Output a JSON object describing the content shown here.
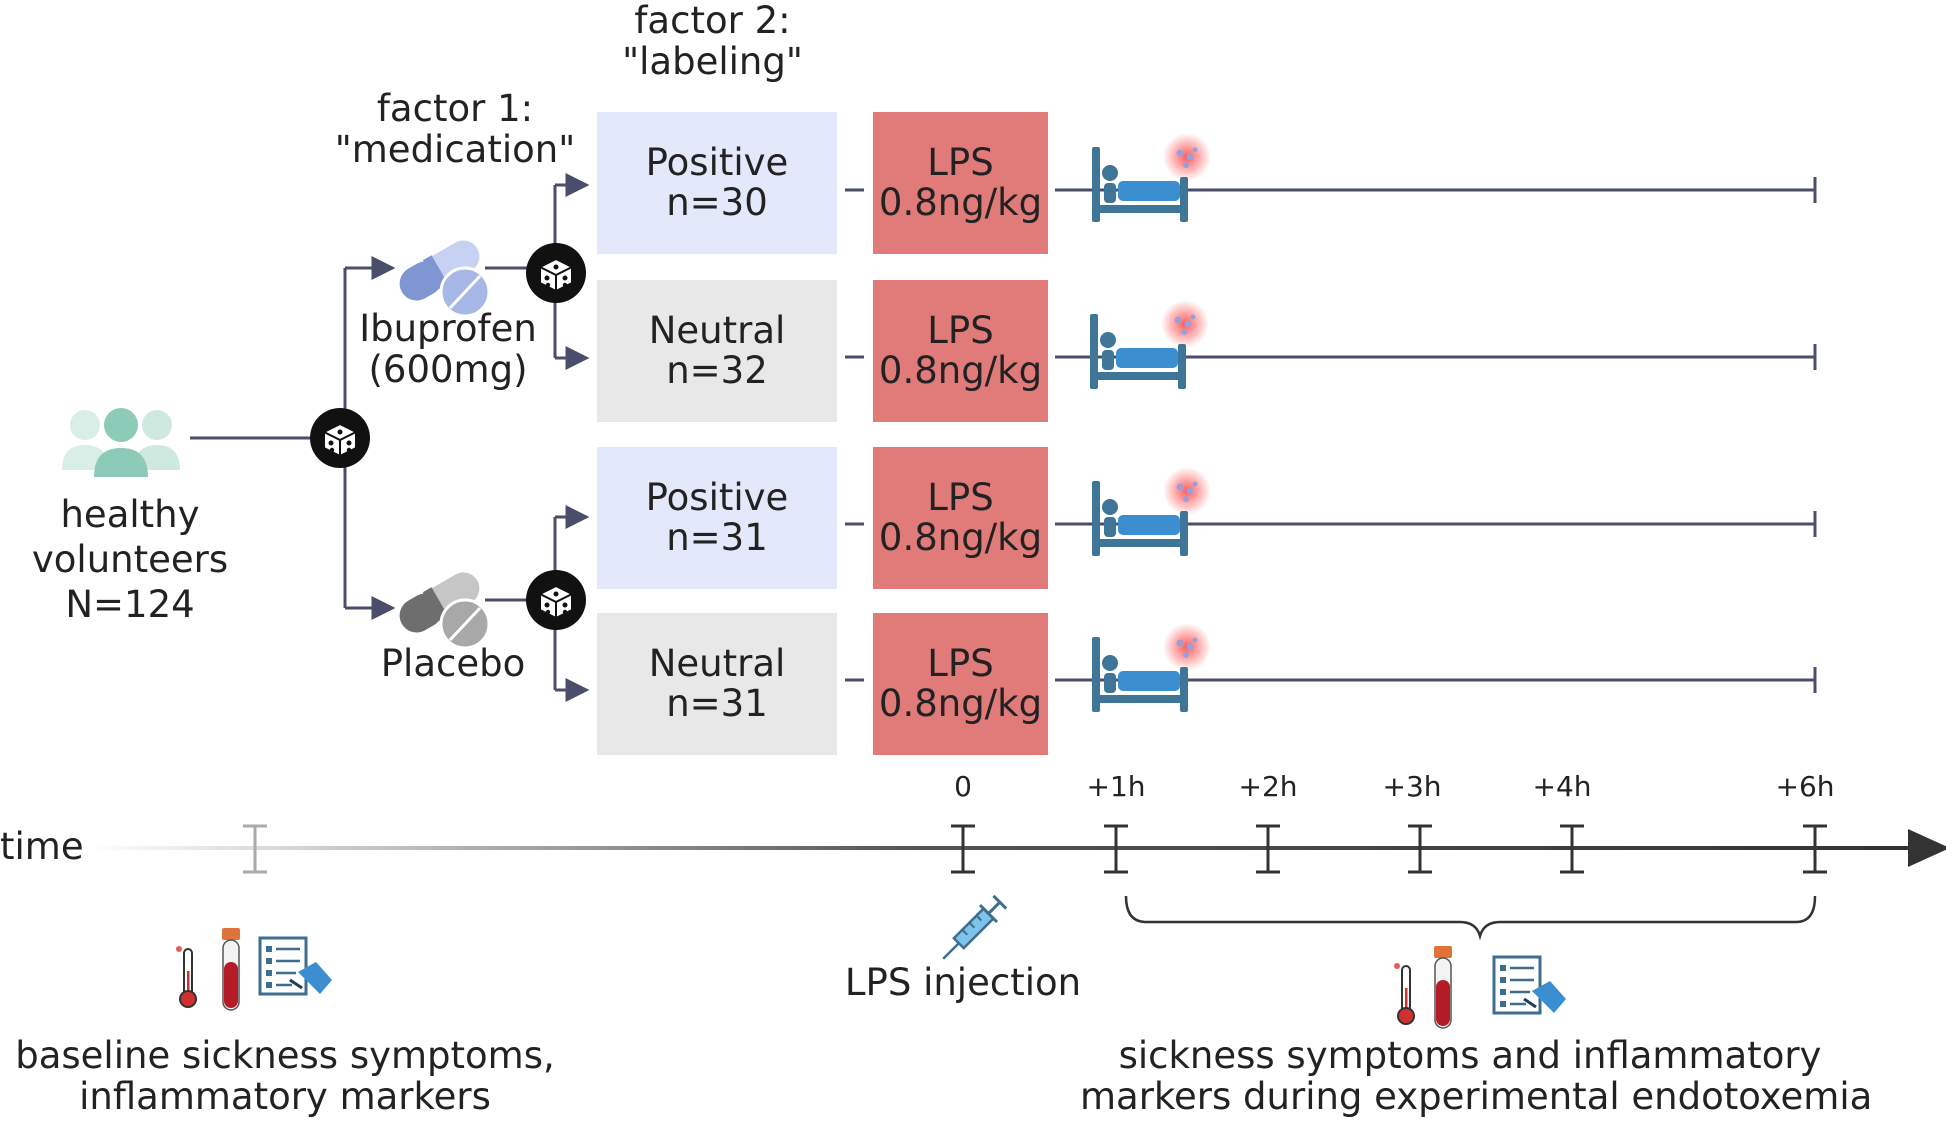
{
  "factor2": {
    "line1": "factor 2:",
    "line2": "\"labeling\""
  },
  "factor1": {
    "line1": "factor 1:",
    "line2": "\"medication\""
  },
  "participants": {
    "line1": "healthy",
    "line2": "volunteers",
    "line3": "N=124"
  },
  "medication": {
    "ibuprofen": {
      "line1": "Ibuprofen",
      "line2": "(600mg)"
    },
    "placebo": {
      "line1": "Placebo"
    }
  },
  "groups": [
    {
      "label": "Positive",
      "n": "n=30",
      "lps_line1": "LPS",
      "lps_line2": "0.8ng/kg"
    },
    {
      "label": "Neutral",
      "n": "n=32",
      "lps_line1": "LPS",
      "lps_line2": "0.8ng/kg"
    },
    {
      "label": "Positive",
      "n": "n=31",
      "lps_line1": "LPS",
      "lps_line2": "0.8ng/kg"
    },
    {
      "label": "Neutral",
      "n": "n=31",
      "lps_line1": "LPS",
      "lps_line2": "0.8ng/kg"
    }
  ],
  "timeline": {
    "label": "time",
    "ticks": [
      "0",
      "+1h",
      "+2h",
      "+3h",
      "+4h",
      "+6h"
    ],
    "injection_label": "LPS injection",
    "baseline": {
      "line1": "baseline sickness symptoms,",
      "line2": "inflammatory markers"
    },
    "endotoxemia": {
      "line1": "sickness symptoms and inflammatory",
      "line2": "markers during experimental endotoxemia"
    }
  },
  "colors": {
    "positive_box": "#e3e8fa",
    "neutral_box": "#e8e8e8",
    "lps_box": "#e07b7a",
    "line": "#4a4e6a",
    "people": "#8ccbb7",
    "bed": "#3f7597",
    "ibuprofen_pill": "#8fa3d9",
    "placebo_pill": "#8a8a8a"
  }
}
